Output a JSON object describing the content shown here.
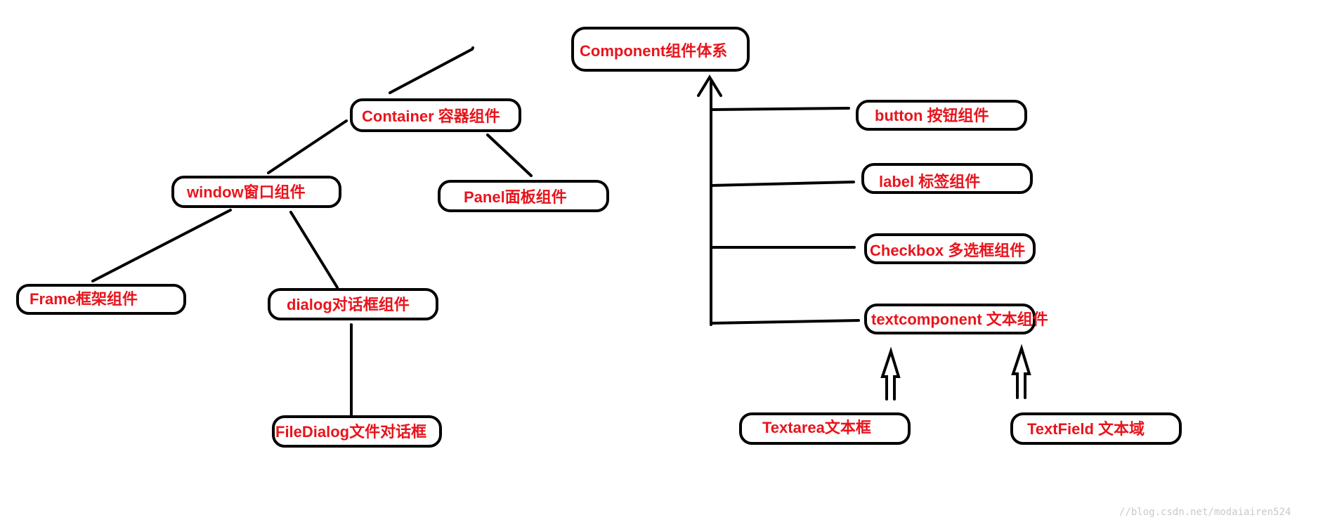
{
  "nodes": {
    "component": "Component组件体系",
    "container": "Container 容器组件",
    "window": "window窗口组件",
    "panel": "Panel面板组件",
    "frame": "Frame框架组件",
    "dialog": "dialog对话框组件",
    "filedialog": "FileDialog文件对话框",
    "button": "button 按钮组件",
    "label": "label 标签组件",
    "checkbox": "Checkbox 多选框组件",
    "textcomponent": "textcomponent 文本组件",
    "textarea": "Textarea文本框",
    "textfield": "TextField 文本域"
  },
  "watermark": "//blog.csdn.net/modaiairen524",
  "colors": {
    "label_text": "#e8141c",
    "stroke": "#000000",
    "background": "#ffffff",
    "watermark": "#c9c9c9"
  }
}
